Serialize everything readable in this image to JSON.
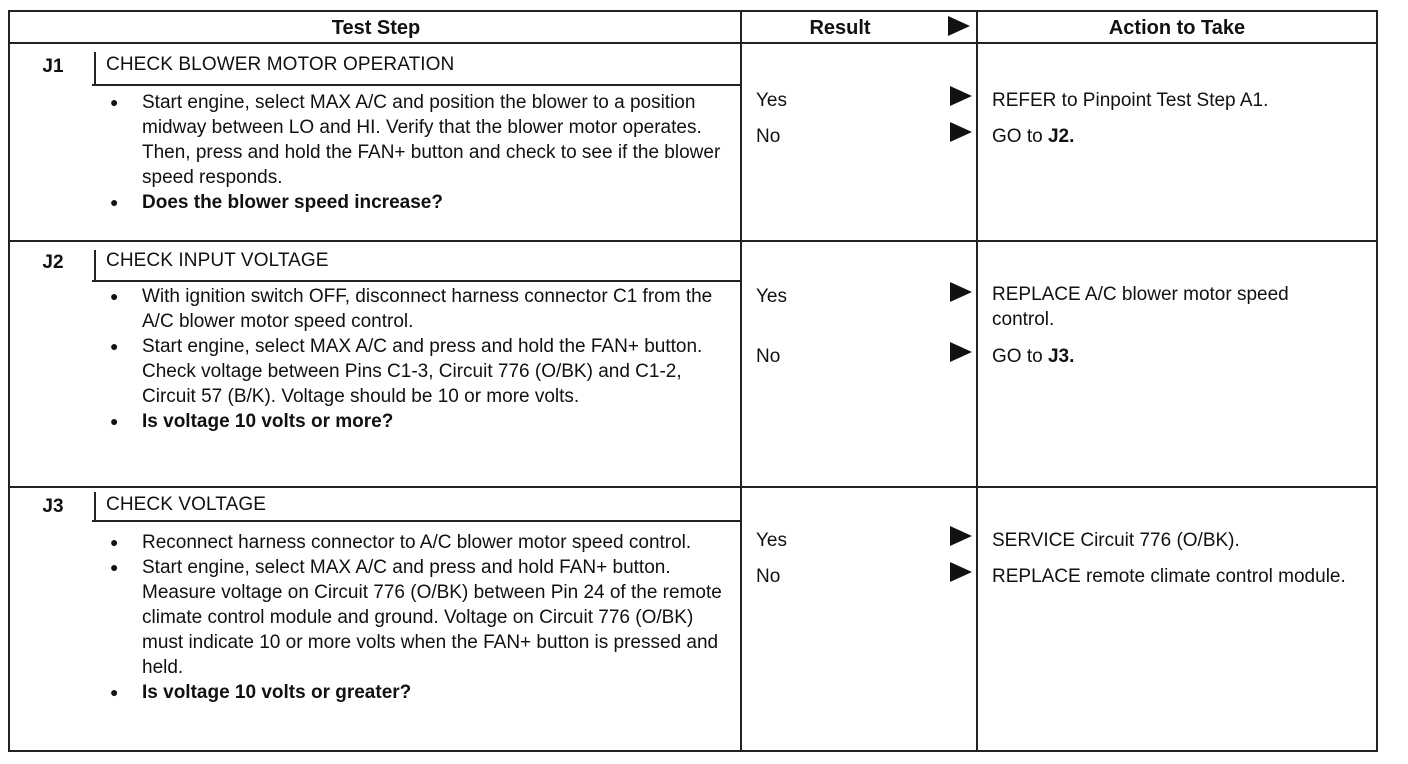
{
  "header": {
    "test_step": "Test Step",
    "result": "Result",
    "action": "Action to Take"
  },
  "steps": [
    {
      "id": "J1",
      "title": "CHECK BLOWER MOTOR OPERATION",
      "bullets": [
        "Start engine, select MAX A/C and position the blower to a position midway between LO and HI. Verify that the blower motor operates. Then, press and hold the FAN+ button and check to see if the blower speed responds."
      ],
      "question": "Does the blower speed increase?",
      "results": [
        {
          "result": "Yes",
          "action": "REFER to Pinpoint Test Step A1."
        },
        {
          "result": "No",
          "action_prefix": "GO to ",
          "action_ref": "J2."
        }
      ]
    },
    {
      "id": "J2",
      "title": "CHECK INPUT VOLTAGE",
      "bullets": [
        "With ignition switch OFF, disconnect harness connector C1 from the A/C blower motor speed control.",
        "Start engine, select MAX A/C and press and hold the FAN+ button. Check voltage between Pins C1-3, Circuit 776 (O/BK) and C1-2, Circuit 57 (B/K). Voltage should be 10 or more volts."
      ],
      "question": "Is voltage 10 volts or more?",
      "results": [
        {
          "result": "Yes",
          "action": "REPLACE A/C blower motor speed control."
        },
        {
          "result": "No",
          "action_prefix": "GO to ",
          "action_ref": "J3."
        }
      ]
    },
    {
      "id": "J3",
      "title": "CHECK VOLTAGE",
      "bullets": [
        "Reconnect harness connector to A/C blower motor speed control.",
        "Start engine, select MAX A/C and press and hold FAN+ button. Measure voltage on Circuit 776 (O/BK) between Pin 24 of the remote climate control module and ground. Voltage on Circuit 776 (O/BK) must indicate 10 or more volts when the FAN+ button is pressed and held."
      ],
      "question": "Is voltage 10 volts or greater?",
      "results": [
        {
          "result": "Yes",
          "action": "SERVICE Circuit 776 (O/BK)."
        },
        {
          "result": "No",
          "action": "REPLACE remote climate control module."
        }
      ]
    }
  ]
}
